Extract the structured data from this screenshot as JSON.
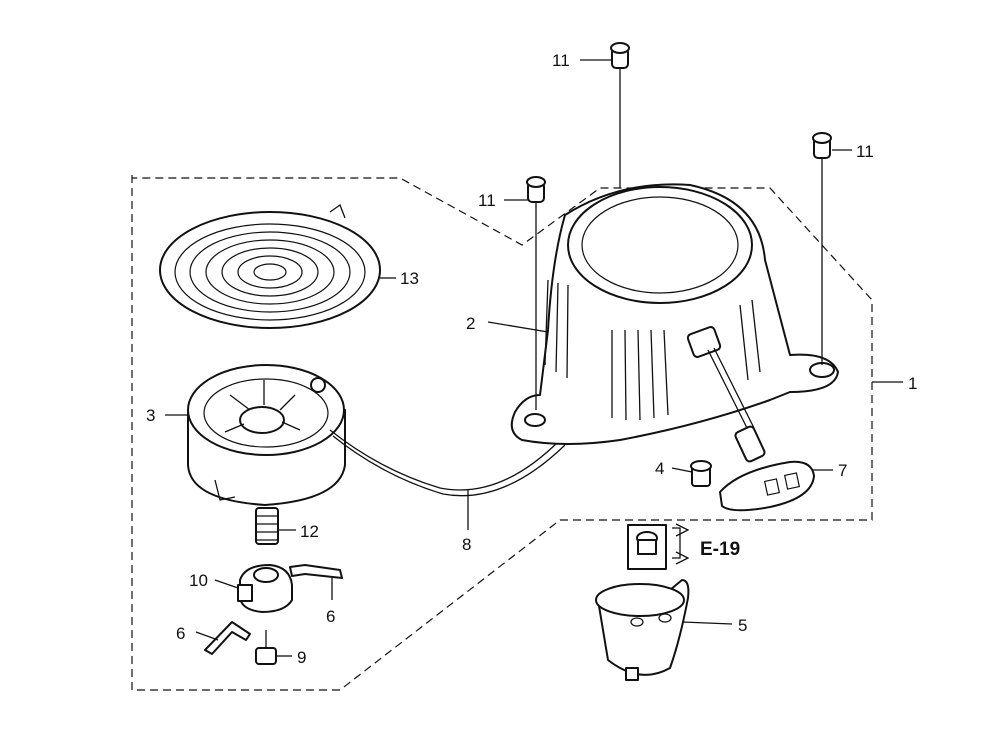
{
  "callouts": [
    {
      "id": "c1",
      "label": "1"
    },
    {
      "id": "c2",
      "label": "2"
    },
    {
      "id": "c3",
      "label": "3"
    },
    {
      "id": "c4",
      "label": "4"
    },
    {
      "id": "c5",
      "label": "5"
    },
    {
      "id": "c6a",
      "label": "6"
    },
    {
      "id": "c6b",
      "label": "6"
    },
    {
      "id": "c7",
      "label": "7"
    },
    {
      "id": "c8",
      "label": "8"
    },
    {
      "id": "c9",
      "label": "9"
    },
    {
      "id": "c10",
      "label": "10"
    },
    {
      "id": "c11a",
      "label": "11"
    },
    {
      "id": "c11b",
      "label": "11"
    },
    {
      "id": "c11c",
      "label": "11"
    },
    {
      "id": "c12",
      "label": "12"
    },
    {
      "id": "c13",
      "label": "13"
    }
  ],
  "reference": {
    "label": "E-19"
  }
}
